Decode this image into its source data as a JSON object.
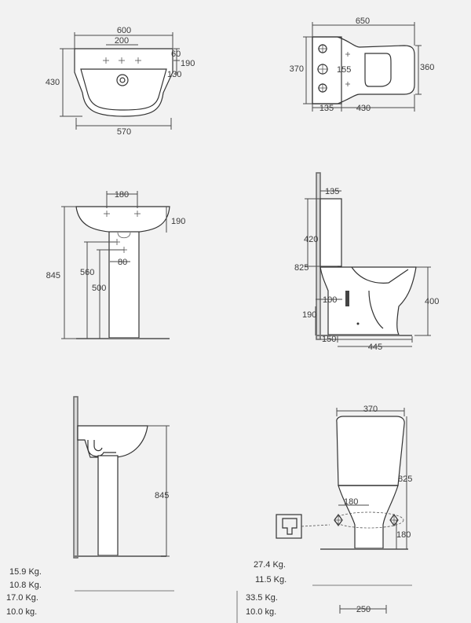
{
  "basin_top": {
    "width_total": "600",
    "tap_spacing": "200",
    "d60": "60",
    "d190": "190",
    "d130": "130",
    "depth": "430",
    "bowl_width": "570"
  },
  "wc_top": {
    "length": "650",
    "width": "370",
    "d155": "155",
    "seat_width": "360",
    "d135": "135",
    "d430": "430"
  },
  "basin_front": {
    "d180": "180",
    "d190": "190",
    "height": "845",
    "d560": "560",
    "d500": "500",
    "d80": "80"
  },
  "wc_side": {
    "d135": "135",
    "d420": "420",
    "height": "825",
    "d100": "100",
    "d190": "190",
    "d400": "400",
    "d150": "150",
    "d445": "445"
  },
  "basin_side": {
    "height": "845"
  },
  "wc_front": {
    "width": "370",
    "height": "825",
    "d180_inner": "180",
    "d180_right": "180",
    "base": "250"
  },
  "weights_left": [
    "15.9 Kg.",
    "10.8 Kg.",
    "17.0 Kg.",
    "10.0 kg."
  ],
  "weights_right": [
    "27.4 Kg.",
    "11.5 Kg.",
    "33.5 Kg.",
    "10.0 kg."
  ]
}
